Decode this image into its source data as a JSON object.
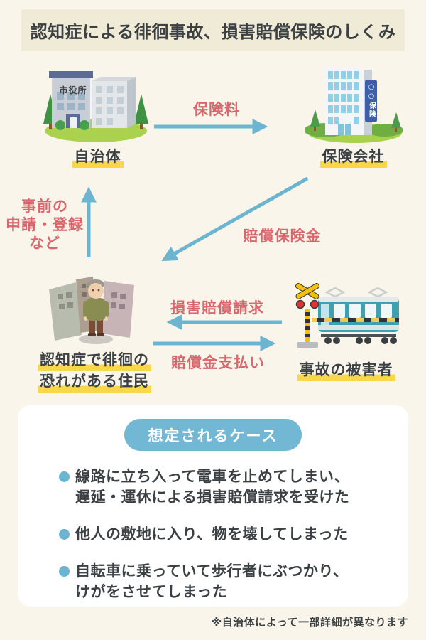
{
  "title": "認知症による徘徊事故、損害賠償保険のしくみ",
  "diagram": {
    "municipality": {
      "label": "自治体",
      "sign": "市役所"
    },
    "insurer": {
      "label": "保険会社",
      "sign": "○○保険"
    },
    "resident": {
      "label_line1": "認知症で徘徊の",
      "label_line2": "恐れがある住民"
    },
    "victim": {
      "label": "事故の被害者"
    },
    "flows": {
      "premium": "保険料",
      "payout": "賠償保険金",
      "application": "事前の\n申請・登録\nなど",
      "claim": "損害賠償請求",
      "payment": "賠償金支払い"
    }
  },
  "cases": {
    "heading": "想定されるケース",
    "items": [
      {
        "text": "線路に立ち入って電車を止めてしまい、\n遅延・運休による損害賠償請求を受けた"
      },
      {
        "text": "他人の敷地に入り、物を壊してしまった"
      },
      {
        "text": "自転車に乗っていて歩行者にぶつかり、\nけがをさせてしまった"
      }
    ]
  },
  "footnote": "※自治体によって一部詳細が異なります",
  "colors": {
    "background": "#faf5ea",
    "title_bg": "#f0ebd7",
    "text_dark": "#3b4043",
    "accent_red": "#d9676e",
    "arrow_blue": "#6cb5d1",
    "highlight_yellow": "#f8d74a",
    "pill_blue": "#72b7d3",
    "card_bg": "#ffffff"
  }
}
